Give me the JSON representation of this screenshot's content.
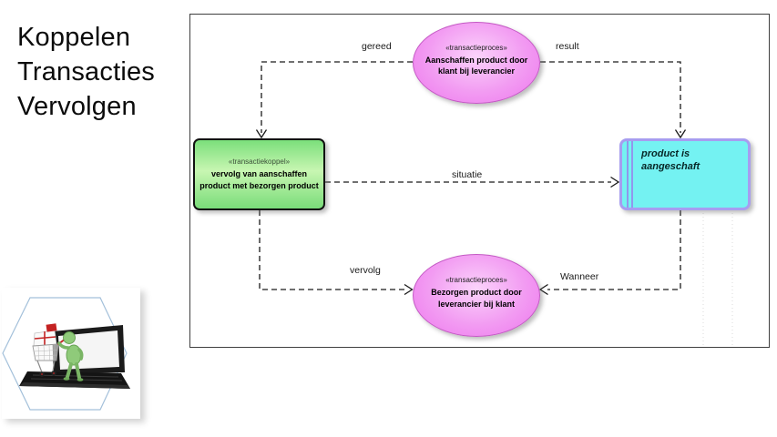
{
  "slide": {
    "title_lines": [
      "Koppelen",
      "Transacties",
      "Vervolgen"
    ]
  },
  "diagram": {
    "nodes": {
      "top_process": {
        "stereotype": "«transactieproces»",
        "name": "Aanschaffen product door klant bij leverancier"
      },
      "transaction_link": {
        "stereotype": "«transactiekoppel»",
        "name": "vervolg van aanschaffen product met bezorgen product"
      },
      "fact": {
        "name": "product is aangeschaft"
      },
      "bottom_process": {
        "stereotype": "«transactieproces»",
        "name": "Bezorgen product door leverancier bij klant"
      }
    },
    "edge_labels": {
      "gereed": "gereed",
      "result": "result",
      "situatie": "situatie",
      "vervolg": "vervolg",
      "wanneer": "Wanneer"
    }
  },
  "colors": {
    "process_fill": "#f29bf2",
    "process_fill_light": "#fbd3fb",
    "process_border": "#c45ac4",
    "link_fill": "#7bdf7b",
    "link_fill_light": "#c8f6b2",
    "link_border": "#111111",
    "fact_fill": "#74f2f2",
    "fact_border": "#a79df0",
    "connector": "#1a1a1a",
    "frame_border": "#3f3f3f",
    "hexagon_border": "#a3c0da"
  }
}
